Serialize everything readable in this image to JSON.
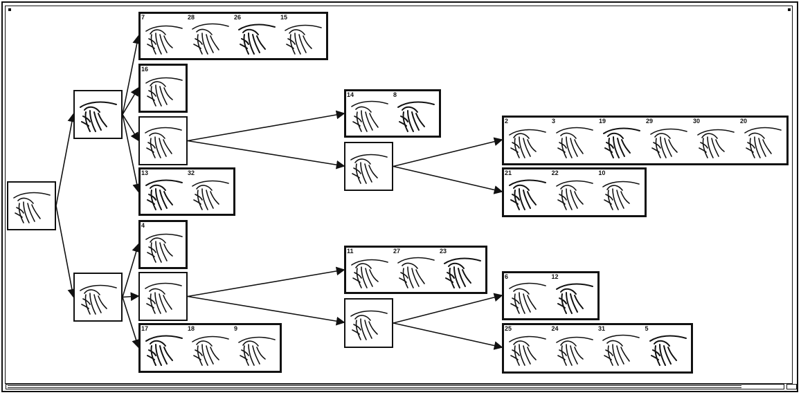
{
  "diagram": {
    "root": {
      "posture": "hand-curl"
    },
    "upper_branch": {
      "cluster_a": [
        "7",
        "28",
        "26",
        "15"
      ],
      "cluster_b": [
        "16"
      ],
      "split": {
        "cluster_c": [
          "14",
          "8"
        ],
        "split": {
          "cluster_d": [
            "2",
            "3",
            "19",
            "29",
            "30",
            "20"
          ],
          "cluster_e": [
            "21",
            "22",
            "10"
          ]
        }
      },
      "cluster_f": [
        "13",
        "32"
      ]
    },
    "lower_branch": {
      "cluster_g": [
        "4"
      ],
      "split": {
        "cluster_h": [
          "11",
          "27",
          "23"
        ],
        "split": {
          "cluster_i": [
            "6",
            "12"
          ],
          "cluster_j": [
            "25",
            "24",
            "31",
            "5"
          ]
        }
      },
      "cluster_k": [
        "17",
        "18",
        "9"
      ]
    }
  },
  "colors": {
    "ink": "#111111",
    "background": "#ffffff"
  }
}
